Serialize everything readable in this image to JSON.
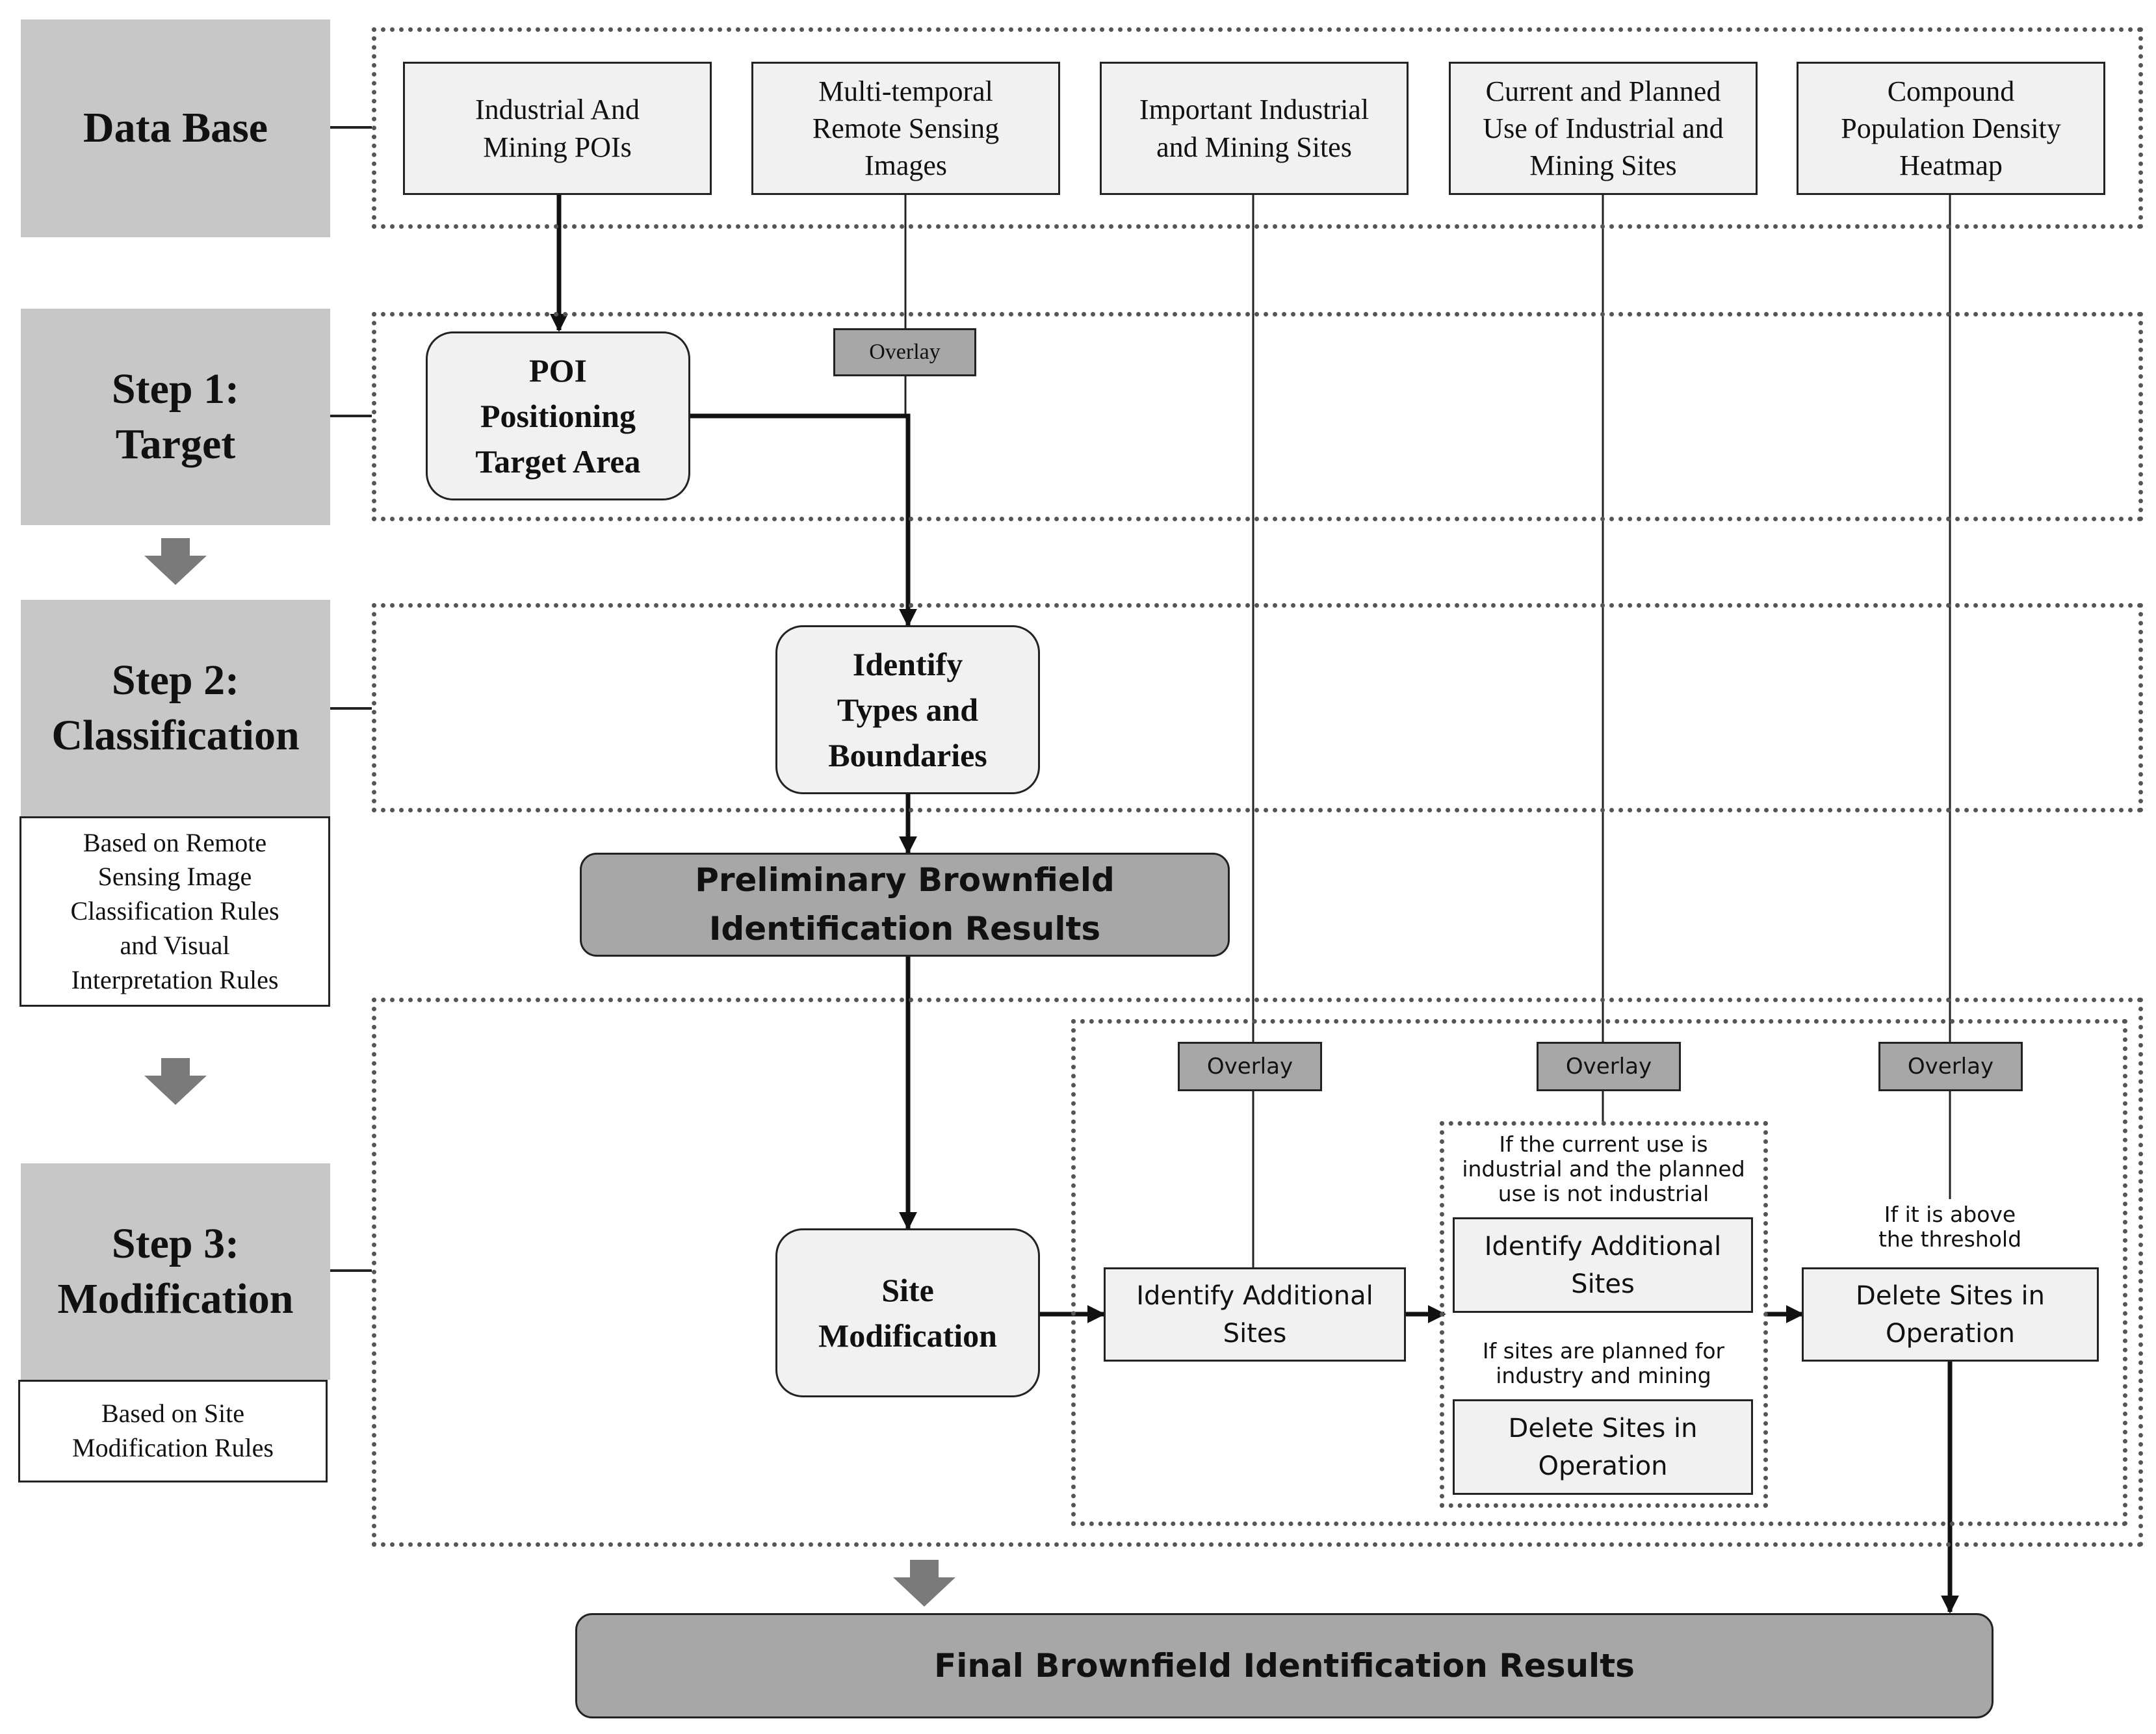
{
  "stages": {
    "database": "Data Base",
    "step1": "Step 1:\nTarget",
    "step2": "Step 2:\nClassification",
    "step3": "Step 3:\nModification"
  },
  "notes": {
    "step2": "Based on Remote\nSensing Image\nClassification Rules\nand Visual\nInterpretation Rules",
    "step3": "Based on Site\nModification Rules"
  },
  "database_items": [
    "Industrial And\nMining POIs",
    "Multi-temporal\nRemote Sensing\nImages",
    "Important Industrial\nand Mining Sites",
    "Current and Planned\nUse of Industrial and\nMining Sites",
    "Compound\nPopulation Density\nHeatmap"
  ],
  "overlay_label": "Overlay",
  "process": {
    "poi": "POI\nPositioning\nTarget Area",
    "identify": "Identify\nTypes and\nBoundaries",
    "site_mod": "Site\nModification"
  },
  "results": {
    "preliminary": "Preliminary Brownfield\nIdentification Results",
    "final": "Final Brownfield Identification Results"
  },
  "modification": {
    "identify_additional_1": "Identify Additional\nSites",
    "condition_current_use": "If the current use is\nindustrial and the planned\nuse is not industrial",
    "identify_additional_2": "Identify Additional\nSites",
    "condition_planned": "If sites are planned for\nindustry and mining",
    "delete_sites_1": "Delete Sites in\nOperation",
    "condition_threshold": "If it is above\nthe threshold",
    "delete_sites_2": "Delete Sites in\nOperation"
  }
}
